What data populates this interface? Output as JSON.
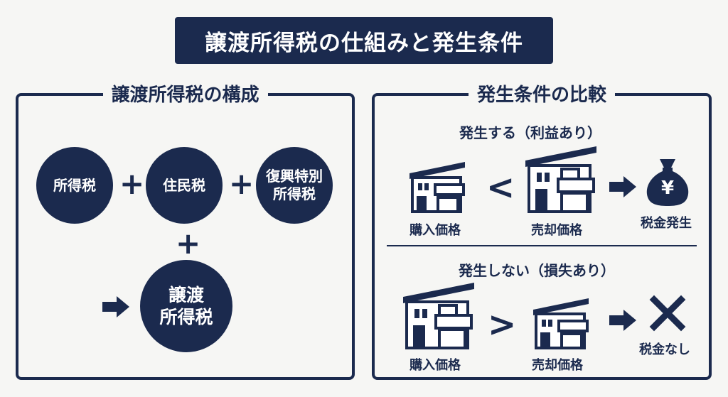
{
  "title": "譲渡所得税の仕組みと発生条件",
  "left_panel": {
    "heading": "譲渡所得税の構成",
    "items": [
      "所得税",
      "住民税",
      "復興特別\n所得税"
    ],
    "plus": "+",
    "result": "譲渡\n所得税"
  },
  "right_panel": {
    "heading": "発生条件の比較",
    "case_profit": {
      "title": "発生する（利益あり）",
      "buy_label": "購入価格",
      "sell_label": "売却価格",
      "operator": "<",
      "outcome_label": "税金発生",
      "outcome_icon": "money-bag-icon",
      "yen": "¥"
    },
    "case_loss": {
      "title": "発生しない（損失あり）",
      "buy_label": "購入価格",
      "sell_label": "売却価格",
      "operator": ">",
      "outcome_label": "税金なし",
      "outcome_icon": "cross-icon"
    }
  },
  "colors": {
    "navy": "#1b2a4e",
    "background": "#f6f6f4",
    "white": "#ffffff"
  }
}
